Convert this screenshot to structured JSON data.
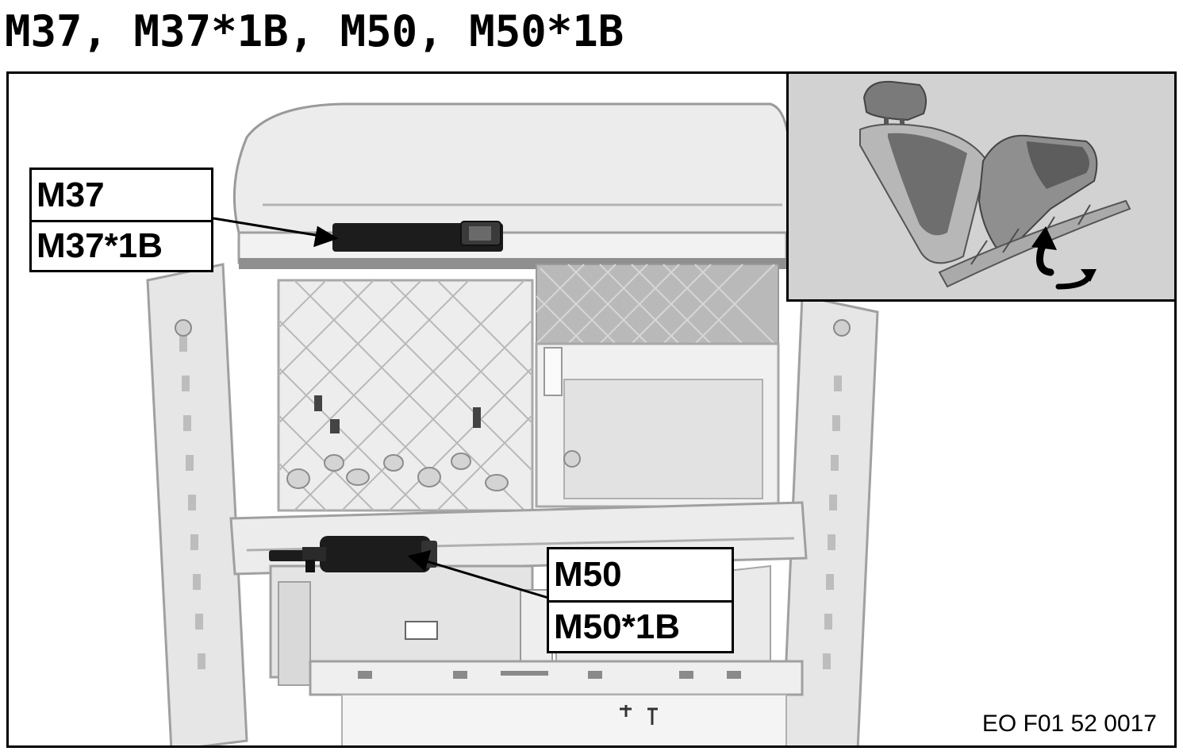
{
  "title": "M37, M37*1B, M50, M50*1B",
  "callouts": {
    "top": [
      "M37",
      "M37*1B"
    ],
    "bottom": [
      "M50",
      "M50*1B"
    ]
  },
  "reference_code": "EO F01 52 0017",
  "colors": {
    "frame": "#000000",
    "seat_light": "#e8e8e8",
    "seat_mid": "#c8c8c8",
    "seat_dark": "#8a8a8a",
    "inset_bg": "#d2d2d2",
    "component": "#1a1a1a"
  },
  "icons": {
    "inset_arrow": "curved-arrow-icon"
  }
}
